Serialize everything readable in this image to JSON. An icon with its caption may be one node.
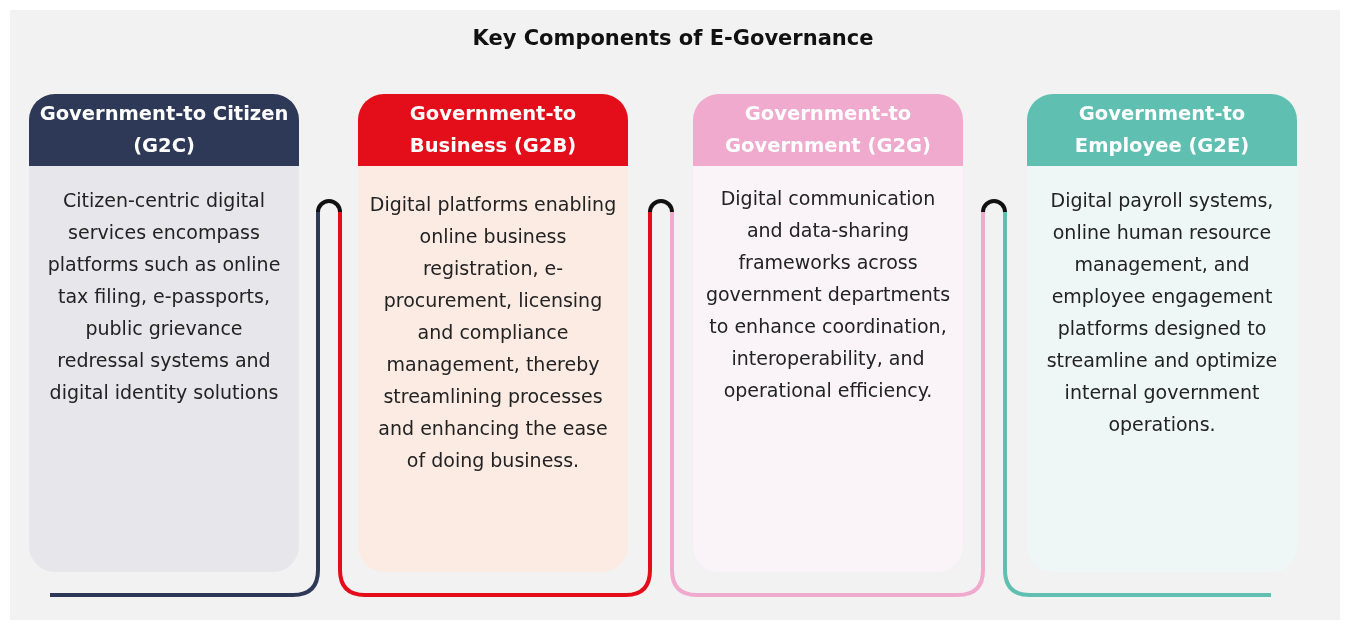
{
  "diagram": {
    "title": "Key Components of E-Governance",
    "nodes": [
      {
        "text": [
          "Government-to Citizen (G2C)",
          "Citizen-centric digital services encompass platforms such as online tax filing, e-passports, public grievance redressal systems and digital identity solutions"
        ]
      },
      {
        "text": [
          "Government-to Business (G2B)",
          "Digital platforms enabling online business registration, e-procurement, licensing and compliance management, thereby streamlining processes and enhancing the ease of doing business."
        ]
      },
      {
        "text": [
          "Government-to Government (G2G)",
          "Digital communication and data-sharing frameworks across government departments to enhance coordination, interoperability, and operational efficiency."
        ]
      },
      {
        "text": [
          "Government-to Employee (G2E)",
          "Digital payroll systems, online human resource management, and employee engagement platforms designed to streamline and optimize internal government operations."
        ]
      }
    ]
  }
}
